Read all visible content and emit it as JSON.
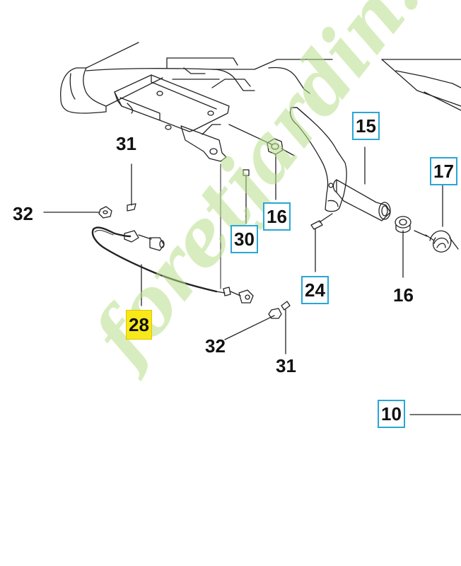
{
  "watermark": {
    "text": "foretjardin.com",
    "color": "#b9df8c"
  },
  "colors": {
    "line": "#222222",
    "callout_border": "#2aa6d6",
    "highlight": "#f7e81a"
  },
  "callouts": [
    {
      "id": "c31a",
      "label": "31",
      "style": "plain"
    },
    {
      "id": "c32a",
      "label": "32",
      "style": "plain"
    },
    {
      "id": "c28",
      "label": "28",
      "style": "highlight"
    },
    {
      "id": "c30",
      "label": "30",
      "style": "boxed"
    },
    {
      "id": "c16a",
      "label": "16",
      "style": "boxed"
    },
    {
      "id": "c15",
      "label": "15",
      "style": "boxed"
    },
    {
      "id": "c17",
      "label": "17",
      "style": "boxed"
    },
    {
      "id": "c24",
      "label": "24",
      "style": "boxed"
    },
    {
      "id": "c16b",
      "label": "16",
      "style": "plain"
    },
    {
      "id": "c32b",
      "label": "32",
      "style": "plain"
    },
    {
      "id": "c31b",
      "label": "31",
      "style": "plain"
    },
    {
      "id": "c10",
      "label": "10",
      "style": "boxed"
    }
  ]
}
